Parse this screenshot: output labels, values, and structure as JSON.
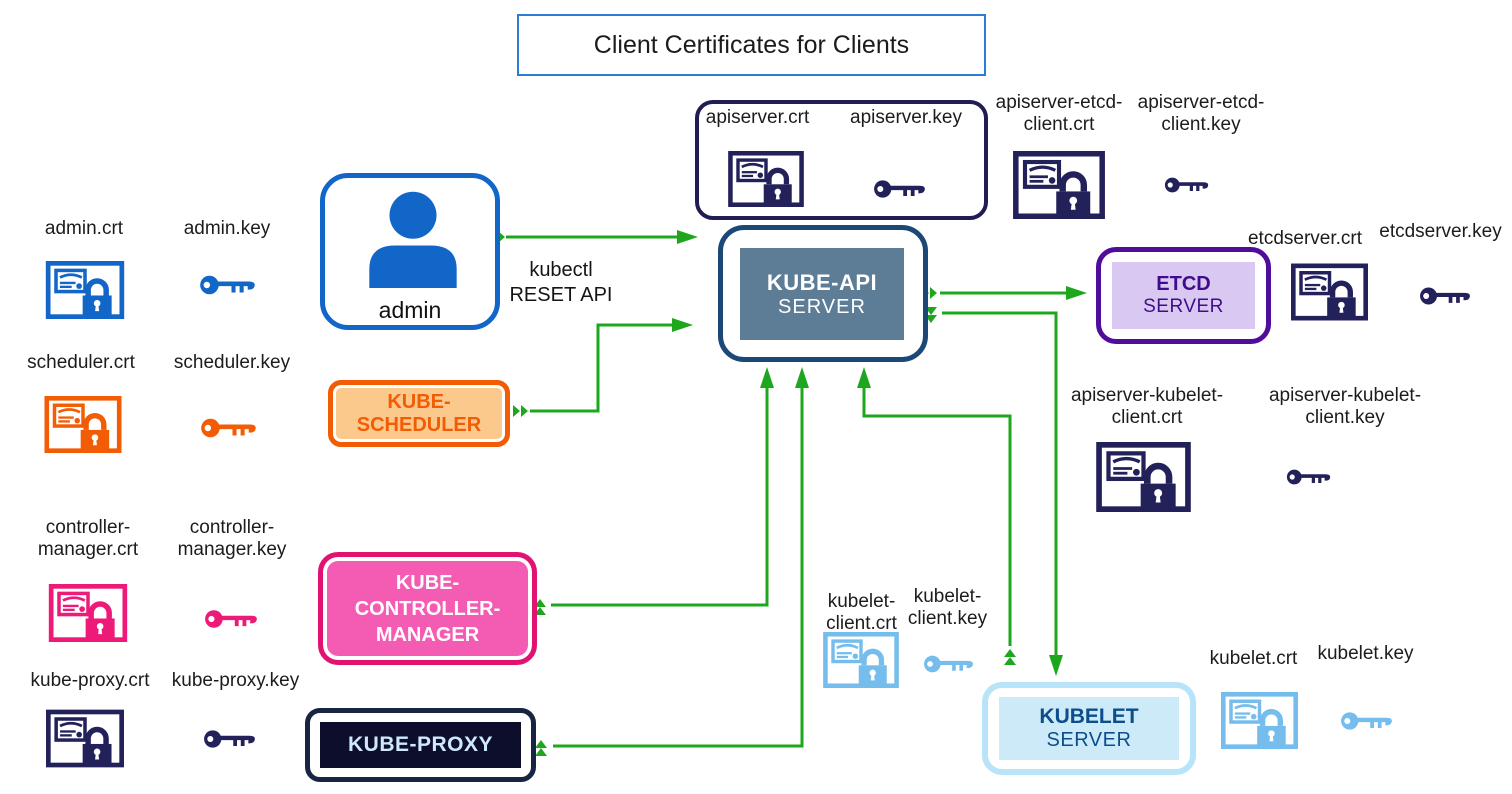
{
  "title": "Client Certificates for Clients",
  "admin": {
    "label": "admin",
    "annotation": {
      "line1": "kubectl",
      "line2": "RESET API"
    }
  },
  "nodes": {
    "kube_api": {
      "name": "KUBE-API",
      "type": "SERVER"
    },
    "etcd": {
      "name": "ETCD",
      "type": "SERVER"
    },
    "kubelet": {
      "name": "KUBELET",
      "type": "SERVER"
    },
    "kube_scheduler": {
      "name": "KUBE-SCHEDULER"
    },
    "kube_controller_manager": {
      "name": "KUBE-CONTROLLER-MANAGER"
    },
    "kube_proxy": {
      "name": "KUBE-PROXY"
    }
  },
  "certificates": {
    "admin_crt": "admin.crt",
    "admin_key": "admin.key",
    "scheduler_crt": "scheduler.crt",
    "scheduler_key": "scheduler.key",
    "controller_manager_crt": "controller-manager.crt",
    "controller_manager_key": "controller-manager.key",
    "kube_proxy_crt": "kube-proxy.crt",
    "kube_proxy_key": "kube-proxy.key",
    "apiserver_crt": "apiserver.crt",
    "apiserver_key": "apiserver.key",
    "apiserver_etcd_client_crt": "apiserver-etcd-client.crt",
    "apiserver_etcd_client_key": "apiserver-etcd-client.key",
    "etcdserver_crt": "etcdserver.crt",
    "etcdserver_key": "etcdserver.key",
    "apiserver_kubelet_client_crt": "apiserver-kubelet-client.crt",
    "apiserver_kubelet_client_key": "apiserver-kubelet-client.key",
    "kubelet_client_crt": "kubelet-client.crt",
    "kubelet_client_key": "kubelet-client.key",
    "kubelet_crt": "kubelet.crt",
    "kubelet_key": "kubelet.key"
  },
  "colors": {
    "arrow_green": "#1ea71e",
    "admin_blue": "#1266c8",
    "title_border_blue": "#2b7cd3",
    "file_navy": "#23215a",
    "api_border": "#1c4878",
    "api_fill": "#5d7d97",
    "etcd_border": "#500d9c",
    "etcd_fill": "#d9c9f2",
    "etcd_text": "#3f0d8c",
    "scheduler_orange": "#f25c05",
    "scheduler_fill": "#fcc98d",
    "controller_border": "#e11372",
    "controller_fill": "#f45cb4",
    "proxy_border": "#172442",
    "proxy_fill": "#0d0e2b",
    "proxy_text": "#cfe9fa",
    "kubelet_border": "#b8e4f9",
    "kubelet_fill": "#cdeaf9",
    "kubelet_text": "#0d4d8c",
    "sky_blue": "#74bdec"
  }
}
